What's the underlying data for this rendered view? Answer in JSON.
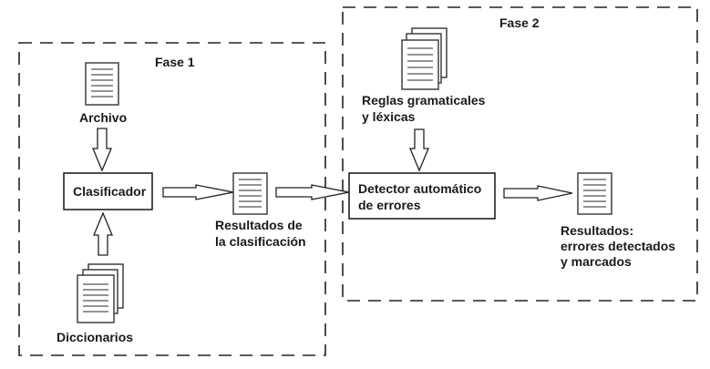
{
  "phases": [
    {
      "id": "fase1",
      "title": "Fase 1"
    },
    {
      "id": "fase2",
      "title": "Fase 2"
    }
  ],
  "nodes": {
    "archivo": {
      "label": "Archivo",
      "type": "document"
    },
    "clasificador": {
      "label": "Clasificador",
      "type": "process"
    },
    "diccionarios": {
      "label": "Diccionarios",
      "type": "multi-document"
    },
    "resultados_clasificacion": {
      "label_lines": [
        "Resultados de",
        "la clasificación"
      ],
      "type": "document"
    },
    "reglas": {
      "label_lines": [
        "Reglas gramaticales",
        "y léxicas"
      ],
      "type": "multi-document"
    },
    "detector": {
      "label_lines": [
        "Detector automático",
        "de errores"
      ],
      "type": "process"
    },
    "resultados_finales": {
      "label_lines": [
        "Resultados:",
        "errores detectados",
        "y marcados"
      ],
      "type": "document"
    }
  },
  "edges": [
    {
      "from": "archivo",
      "to": "clasificador"
    },
    {
      "from": "diccionarios",
      "to": "clasificador"
    },
    {
      "from": "clasificador",
      "to": "resultados_clasificacion"
    },
    {
      "from": "resultados_clasificacion",
      "to": "detector"
    },
    {
      "from": "reglas",
      "to": "detector"
    },
    {
      "from": "detector",
      "to": "resultados_finales"
    }
  ]
}
